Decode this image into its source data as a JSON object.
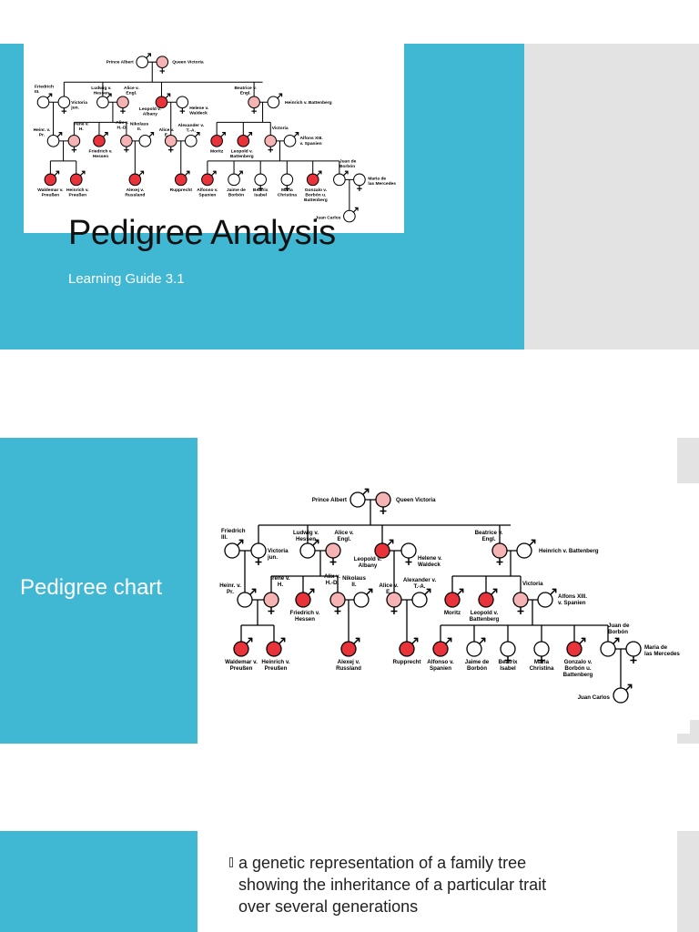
{
  "slide1": {
    "title": "Pedigree Analysis",
    "subtitle": "Learning Guide 3.1"
  },
  "slide2": {
    "heading": "Pedigree chart"
  },
  "slide3": {
    "bullet1_lines": [
      "a genetic representation of a family tree",
      "showing the inheritance of a particular trait",
      "over several generations"
    ]
  },
  "colors": {
    "teal": "#40b8d4",
    "gray_panel": "#e3e3e3",
    "affected": "#e8333a",
    "carrier": "#f6b3b3",
    "unaffected": "#ffffff"
  },
  "pedigree": {
    "status_legend": {
      "affected": "affected (red)",
      "carrier": "carrier (pink)",
      "unaffected": "unaffected (white)"
    },
    "people": {
      "prince_albert": {
        "label": "Prince Albert",
        "sex": "male",
        "status": "unaffected"
      },
      "queen_victoria": {
        "label": "Queen Victoria",
        "sex": "female",
        "status": "carrier"
      },
      "friedrich": {
        "label": "Friedrich III.",
        "sex": "male",
        "status": "unaffected"
      },
      "victoria_jun": {
        "label": "Victoria jun.",
        "sex": "female",
        "status": "unaffected"
      },
      "ludwig": {
        "label": "Ludwig v. Hessen",
        "sex": "male",
        "status": "unaffected"
      },
      "alice": {
        "label": "Alice v. Engl.",
        "sex": "female",
        "status": "carrier"
      },
      "leopold": {
        "label": "Leopold v. Albany",
        "sex": "male",
        "status": "affected"
      },
      "helene": {
        "label": "Helene v. Waldeck",
        "sex": "female",
        "status": "unaffected"
      },
      "beatrice": {
        "label": "Beatrice v. Engl.",
        "sex": "female",
        "status": "carrier"
      },
      "heinrich_b": {
        "label": "Heinrich v. Battenberg",
        "sex": "male",
        "status": "unaffected"
      },
      "heinr_pr": {
        "label": "Heinr. v. Pr.",
        "sex": "male",
        "status": "unaffected"
      },
      "irene": {
        "label": "Irene v. H.",
        "sex": "female",
        "status": "carrier"
      },
      "friedrich_h": {
        "label": "Friedrich v. Hessen",
        "sex": "male",
        "status": "affected"
      },
      "alix": {
        "label": "Alix v. H.-D.",
        "sex": "female",
        "status": "carrier"
      },
      "nikolaus": {
        "label": "Nikolaus II.",
        "sex": "male",
        "status": "unaffected"
      },
      "alice_e": {
        "label": "Alice v. E.",
        "sex": "female",
        "status": "carrier"
      },
      "alexander": {
        "label": "Alexander v. T.-A.",
        "sex": "male",
        "status": "unaffected"
      },
      "moritz": {
        "label": "Moritz",
        "sex": "male",
        "status": "affected"
      },
      "leopold_b": {
        "label": "Leopold v. Battenberg",
        "sex": "male",
        "status": "affected"
      },
      "victoria_b": {
        "label": "Victoria",
        "sex": "female",
        "status": "carrier"
      },
      "alfons13": {
        "label": "Alfons XIII. v. Spanien",
        "sex": "male",
        "status": "unaffected"
      },
      "waldemar": {
        "label": "Waldemar v. Preußen",
        "sex": "male",
        "status": "affected"
      },
      "heinrich_p": {
        "label": "Heinrich v. Preußen",
        "sex": "male",
        "status": "affected"
      },
      "alexej": {
        "label": "Alexej v. Russland",
        "sex": "male",
        "status": "affected"
      },
      "rupprecht": {
        "label": "Rupprecht",
        "sex": "male",
        "status": "affected"
      },
      "alfonso": {
        "label": "Alfonso v. Spanien",
        "sex": "male",
        "status": "affected"
      },
      "jaime": {
        "label": "Jaime de Borbón",
        "sex": "male",
        "status": "unaffected"
      },
      "beatrix": {
        "label": "Beatrix Isabel",
        "sex": "female",
        "status": "unaffected"
      },
      "maria_c": {
        "label": "Maria Christina",
        "sex": "female",
        "status": "unaffected"
      },
      "gonzalo": {
        "label": "Gonzalo v. Borbón u. Battenberg",
        "sex": "male",
        "status": "affected"
      },
      "juan": {
        "label": "Juan de Borbón",
        "sex": "male",
        "status": "unaffected"
      },
      "maria_m": {
        "label": "Maria de las Mercedes",
        "sex": "female",
        "status": "unaffected"
      },
      "juan_carlos": {
        "label": "Juan Carlos",
        "sex": "male",
        "status": "unaffected"
      }
    }
  }
}
